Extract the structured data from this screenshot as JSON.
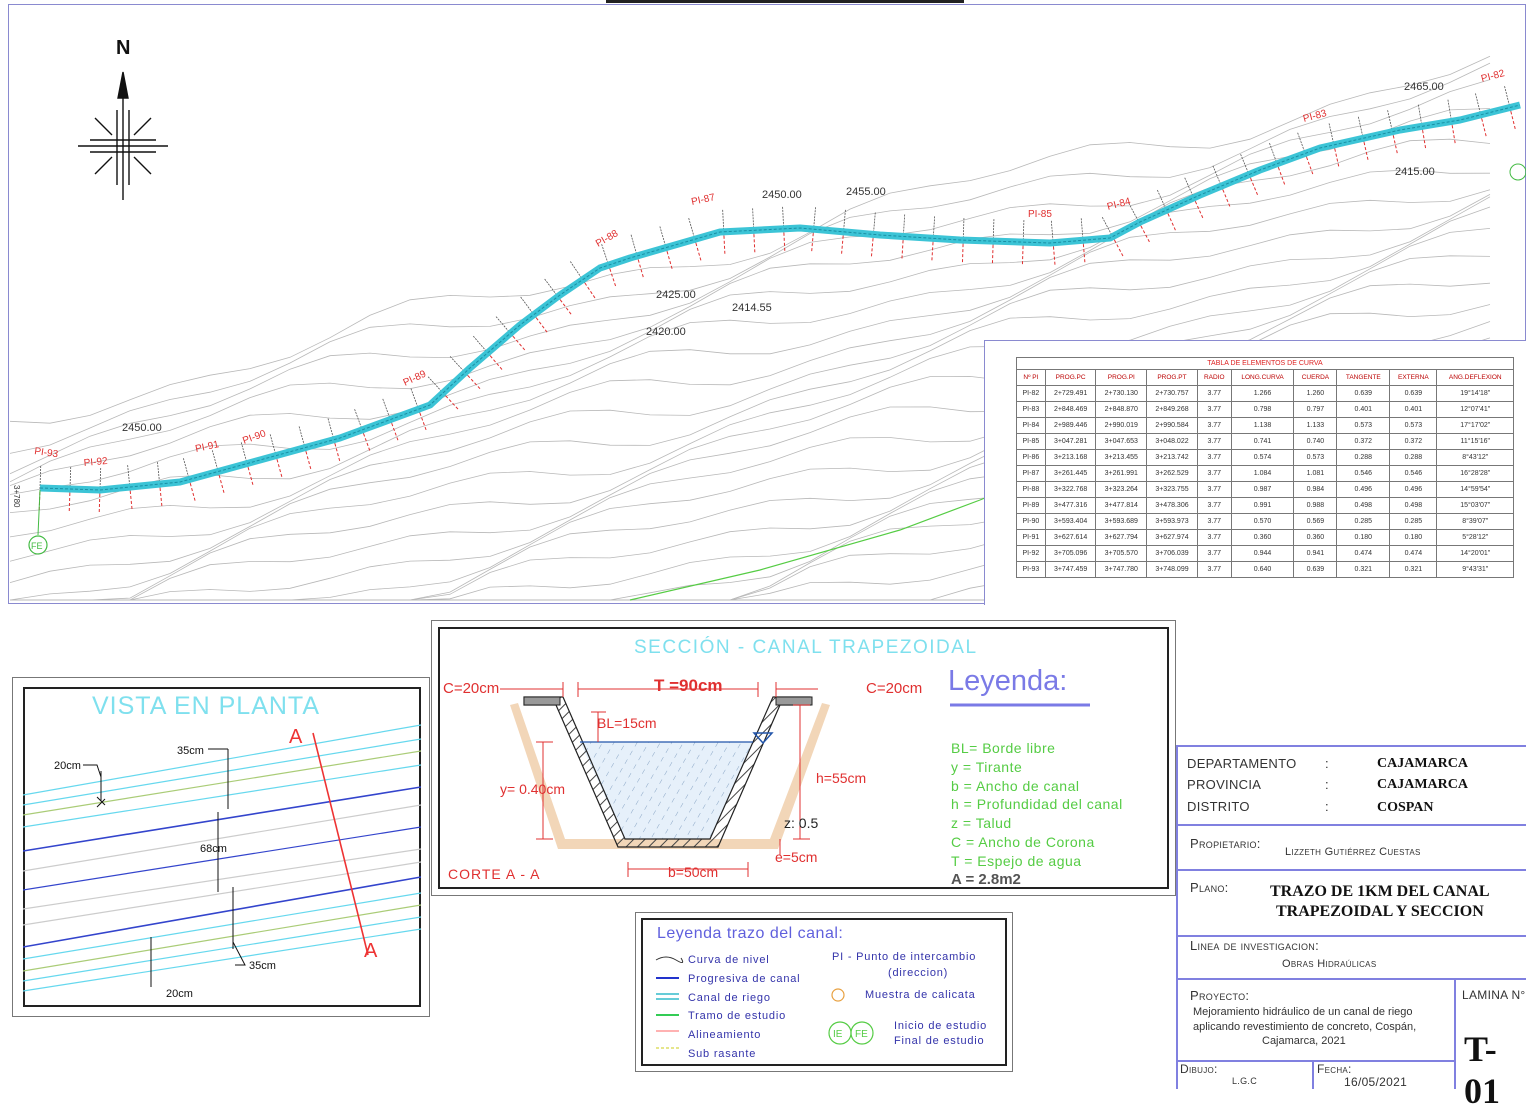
{
  "plan": {
    "north_label": "N",
    "contour_labels": [
      "2465.00",
      "2415.00",
      "2450.00",
      "2455.00",
      "2425.00",
      "2414.55",
      "2420.00",
      "2450.00"
    ],
    "pi_labels": [
      "PI-82",
      "PI-83",
      "PI-84",
      "PI-85",
      "PI-87",
      "PI-88",
      "PI-89",
      "PI-90",
      "PI-91",
      "PI-92",
      "PI-93"
    ],
    "start_marker": "FE",
    "station_label": "3+780"
  },
  "curve_table": {
    "title": "TABLA DE ELEMENTOS DE CURVA",
    "headers": [
      "Nº PI",
      "PROG.PC",
      "PROG.PI",
      "PROG.PT",
      "RADIO",
      "LONG.CURVA",
      "CUERDA",
      "TANGENTE",
      "EXTERNA",
      "ANG.DEFLEXION"
    ],
    "rows": [
      [
        "PI-82",
        "2+729.491",
        "2+730.130",
        "2+730.757",
        "3.77",
        "1.266",
        "1.260",
        "0.639",
        "0.639",
        "19°14'18\""
      ],
      [
        "PI-83",
        "2+848.469",
        "2+848.870",
        "2+849.268",
        "3.77",
        "0.798",
        "0.797",
        "0.401",
        "0.401",
        "12°07'41\""
      ],
      [
        "PI-84",
        "2+989.446",
        "2+990.019",
        "2+990.584",
        "3.77",
        "1.138",
        "1.133",
        "0.573",
        "0.573",
        "17°17'02\""
      ],
      [
        "PI-85",
        "3+047.281",
        "3+047.653",
        "3+048.022",
        "3.77",
        "0.741",
        "0.740",
        "0.372",
        "0.372",
        "11°15'16\""
      ],
      [
        "PI-86",
        "3+213.168",
        "3+213.455",
        "3+213.742",
        "3.77",
        "0.574",
        "0.573",
        "0.288",
        "0.288",
        "8°43'12\""
      ],
      [
        "PI-87",
        "3+261.445",
        "3+261.991",
        "3+262.529",
        "3.77",
        "1.084",
        "1.081",
        "0.546",
        "0.546",
        "16°28'28\""
      ],
      [
        "PI-88",
        "3+322.768",
        "3+323.264",
        "3+323.755",
        "3.77",
        "0.987",
        "0.984",
        "0.496",
        "0.496",
        "14°59'54\""
      ],
      [
        "PI-89",
        "3+477.316",
        "3+477.814",
        "3+478.306",
        "3.77",
        "0.991",
        "0.988",
        "0.498",
        "0.498",
        "15°03'07\""
      ],
      [
        "PI-90",
        "3+593.404",
        "3+593.689",
        "3+593.973",
        "3.77",
        "0.570",
        "0.569",
        "0.285",
        "0.285",
        "8°39'07\""
      ],
      [
        "PI-91",
        "3+627.614",
        "3+627.794",
        "3+627.974",
        "3.77",
        "0.360",
        "0.360",
        "0.180",
        "0.180",
        "5°28'12\""
      ],
      [
        "PI-92",
        "3+705.096",
        "3+705.570",
        "3+706.039",
        "3.77",
        "0.944",
        "0.941",
        "0.474",
        "0.474",
        "14°20'01\""
      ],
      [
        "PI-93",
        "3+747.459",
        "3+747.780",
        "3+748.099",
        "3.77",
        "0.640",
        "0.639",
        "0.321",
        "0.321",
        "9°43'31\""
      ]
    ]
  },
  "plan_view": {
    "title": "VISTA EN PLANTA",
    "section_letter": "A",
    "dims": [
      "20cm",
      "35cm",
      "68cm",
      "35cm",
      "20cm"
    ]
  },
  "section": {
    "title": "SECCIÓN  -  CANAL TRAPEZOIDAL",
    "T": "T =90cm",
    "C_left": "C=20cm",
    "C_right": "C=20cm",
    "BL": "BL=15cm",
    "y": "y= 0.40cm",
    "h": "h=55cm",
    "z": "z: 0.5",
    "e": "e=5cm",
    "b": "b=50cm",
    "cut": "CORTE  A  -  A",
    "legend_title": "Leyenda:",
    "legend": [
      "BL=  Borde  libre",
      "y  =  Tirante",
      "b  =  Ancho  de  canal",
      "h  =  Profundidad  del  canal",
      "z  =  Talud",
      "C  =  Ancho  de  Corona",
      "T  =  Espejo  de  agua"
    ],
    "area": "A = 2.8m2"
  },
  "trace_legend": {
    "title": "Leyenda  trazo  del  canal:",
    "left": [
      "Curva  de  nivel",
      "Progresiva  de  canal",
      "Canal  de  riego",
      "Tramo  de  estudio",
      "Alineamiento",
      "Sub  rasante"
    ],
    "pi": "PI  -  Punto  de  intercambio",
    "pi2": "(direccion)",
    "calicata": "Muestra  de  calicata",
    "ie": "IE",
    "fe": "FE",
    "inicio": "Inicio  de  estudio",
    "final": "Final  de  estudio",
    "colors": {
      "curva": "#333333",
      "progresiva": "#2233cc",
      "canal": "#33bbcc",
      "tramo": "#33cc55",
      "alineamiento": "#ff6666",
      "subrasante": "#dddd66"
    }
  },
  "title_block": {
    "departamento_label": "DEPARTAMENTO",
    "provincia_label": "PROVINCIA",
    "distrito_label": "DISTRITO",
    "sep": ":",
    "departamento": "CAJAMARCA",
    "provincia": "CAJAMARCA",
    "distrito": "COSPAN",
    "propietario_label": "Propietario:",
    "propietario": "Lizzeth Gutiérrez Cuestas",
    "plano_label": "Plano:",
    "plano_1": "TRAZO DE 1KM DEL CANAL",
    "plano_2": "TRAPEZOIDAL Y SECCION",
    "linea_label": "Linea de investigacion:",
    "linea": "Obras Hidraúlicas",
    "proyecto_label": "Proyecto:",
    "proyecto_1": "Mejoramiento hidráulico de un canal de riego",
    "proyecto_2": "aplicando revestimiento de concreto, Cospán,",
    "proyecto_3": "Cajamarca, 2021",
    "lamina_label": "LAMINA N°",
    "lamina": "T-01",
    "dibujo_label": "Dibujo:",
    "dibujo": "L.G.C",
    "fecha_label": "Fecha:",
    "fecha": "16/05/2021"
  }
}
